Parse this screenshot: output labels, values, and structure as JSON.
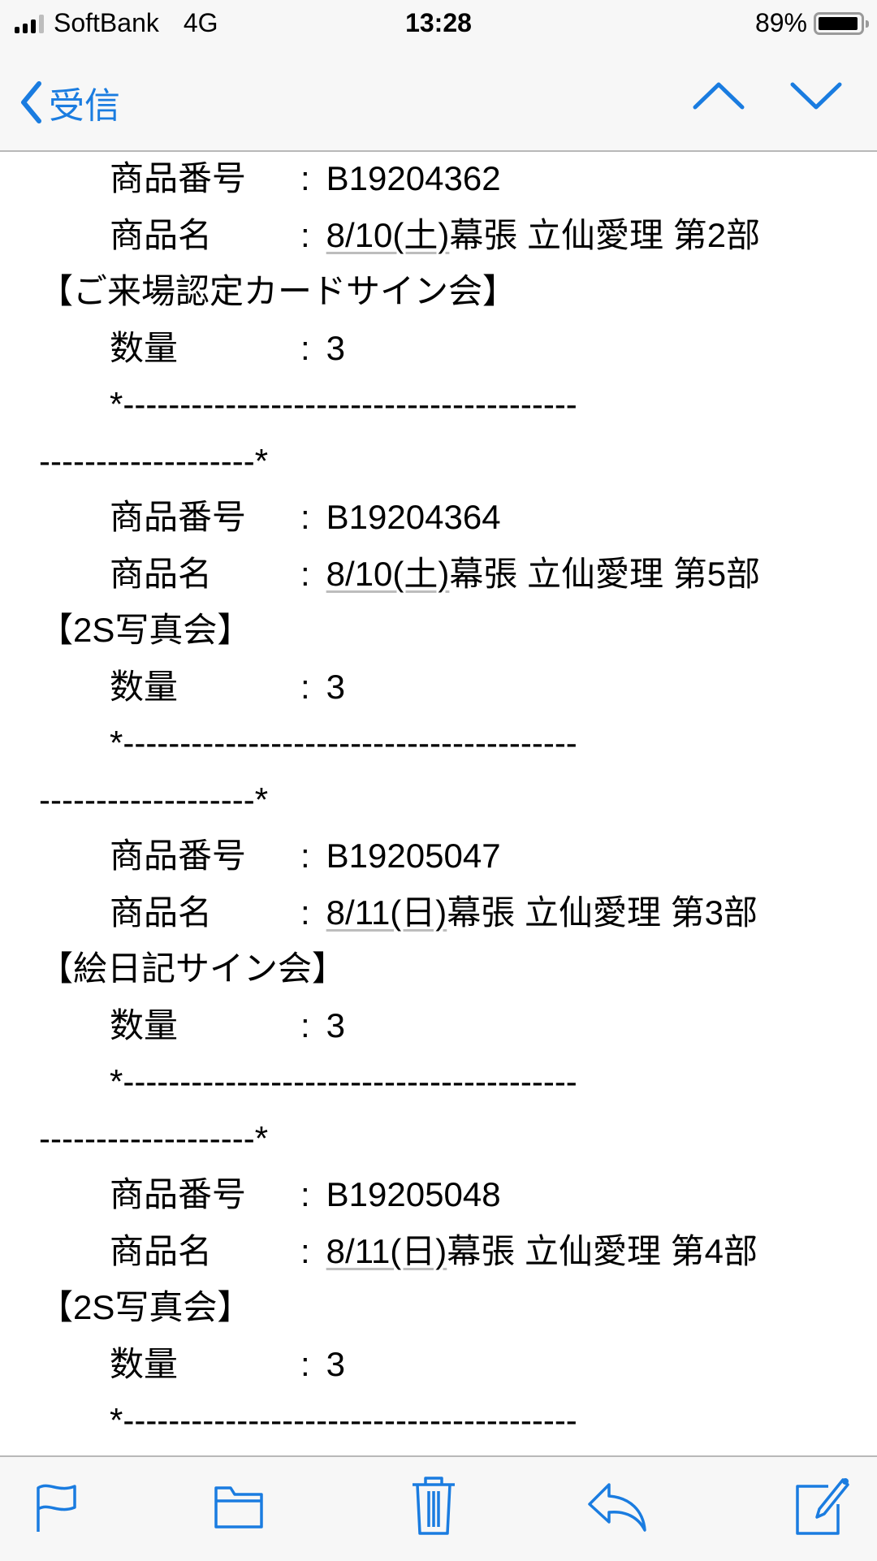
{
  "status_bar": {
    "carrier": "SoftBank",
    "network": "4G",
    "time": "13:28",
    "battery_percent": "89%",
    "signal_bars_on": 3,
    "signal_bars_total": 4
  },
  "nav_bar": {
    "back_label": "受信",
    "back_icon": "chevron-left-icon",
    "prev_icon": "chevron-up-icon",
    "next_icon": "chevron-down-icon",
    "accent_color": "#1A7CE0"
  },
  "email_body": {
    "labels": {
      "product_number": "商品番号",
      "product_name": "商品名",
      "quantity": "数量",
      "separator": ":"
    },
    "dash_line_1": "*----------------------------------------",
    "dash_line_2": "-------------------*",
    "items": [
      {
        "product_number": "B19204362",
        "name_date_link": "8/10(土)",
        "name_rest": "幕張 立仙愛理 第2部",
        "name_suffix": "【ご来場認定カードサイン会】",
        "quantity": "3"
      },
      {
        "product_number": "B19204364",
        "name_date_link": "8/10(土)",
        "name_rest": "幕張 立仙愛理 第5部",
        "name_suffix": "【2S写真会】",
        "quantity": "3"
      },
      {
        "product_number": "B19205047",
        "name_date_link": "8/11(日)",
        "name_rest": "幕張 立仙愛理 第3部",
        "name_suffix": "【絵日記サイン会】",
        "quantity": "3"
      },
      {
        "product_number": "B19205048",
        "name_date_link": "8/11(日)",
        "name_rest": "幕張 立仙愛理 第4部",
        "name_suffix": "【2S写真会】",
        "quantity": "3"
      }
    ]
  },
  "toolbar": {
    "buttons": [
      {
        "icon": "flag-icon"
      },
      {
        "icon": "folder-icon"
      },
      {
        "icon": "trash-icon"
      },
      {
        "icon": "reply-icon"
      },
      {
        "icon": "compose-icon"
      }
    ]
  }
}
